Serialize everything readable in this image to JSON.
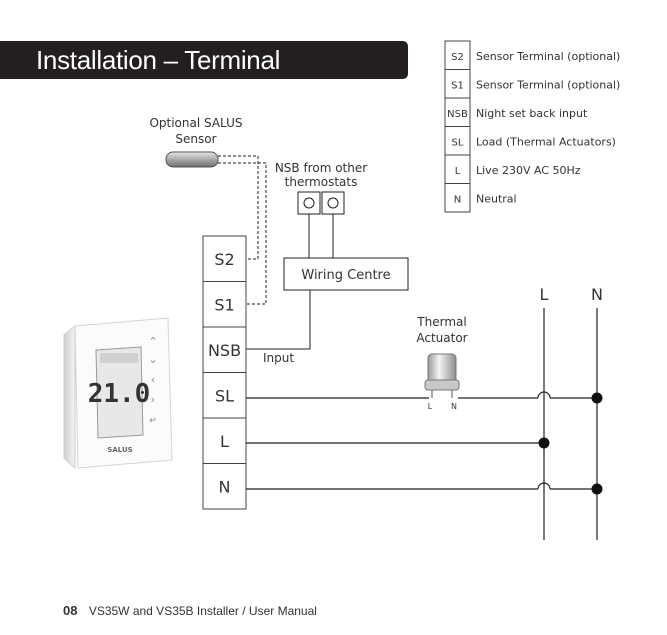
{
  "title": "Installation – Terminal Connections",
  "legend": [
    {
      "code": "S2",
      "desc": "Sensor Terminal (optional)"
    },
    {
      "code": "S1",
      "desc": "Sensor Terminal (optional)"
    },
    {
      "code": "NSB",
      "desc": "Night set back input"
    },
    {
      "code": "SL",
      "desc": "Load (Thermal Actuators)"
    },
    {
      "code": "L",
      "desc": "Live 230V AC 50Hz"
    },
    {
      "code": "N",
      "desc": "Neutral"
    }
  ],
  "sensor_label": [
    "Optional SALUS",
    "Sensor"
  ],
  "nsb_label": [
    "NSB from other",
    "thermostats"
  ],
  "wiring_centre": "Wiring Centre",
  "input_label": "Input",
  "actuator_label": [
    "Thermal",
    "Actuator"
  ],
  "actuator_pins": [
    "L",
    "N"
  ],
  "terminals": [
    "S2",
    "S1",
    "NSB",
    "SL",
    "L",
    "N"
  ],
  "bus_labels": [
    "L",
    "N"
  ],
  "thermostat": {
    "display": "21.0",
    "brand": "SALUS"
  },
  "footer": {
    "page": "08",
    "text": "VS35W and VS35B Installer / User Manual"
  }
}
